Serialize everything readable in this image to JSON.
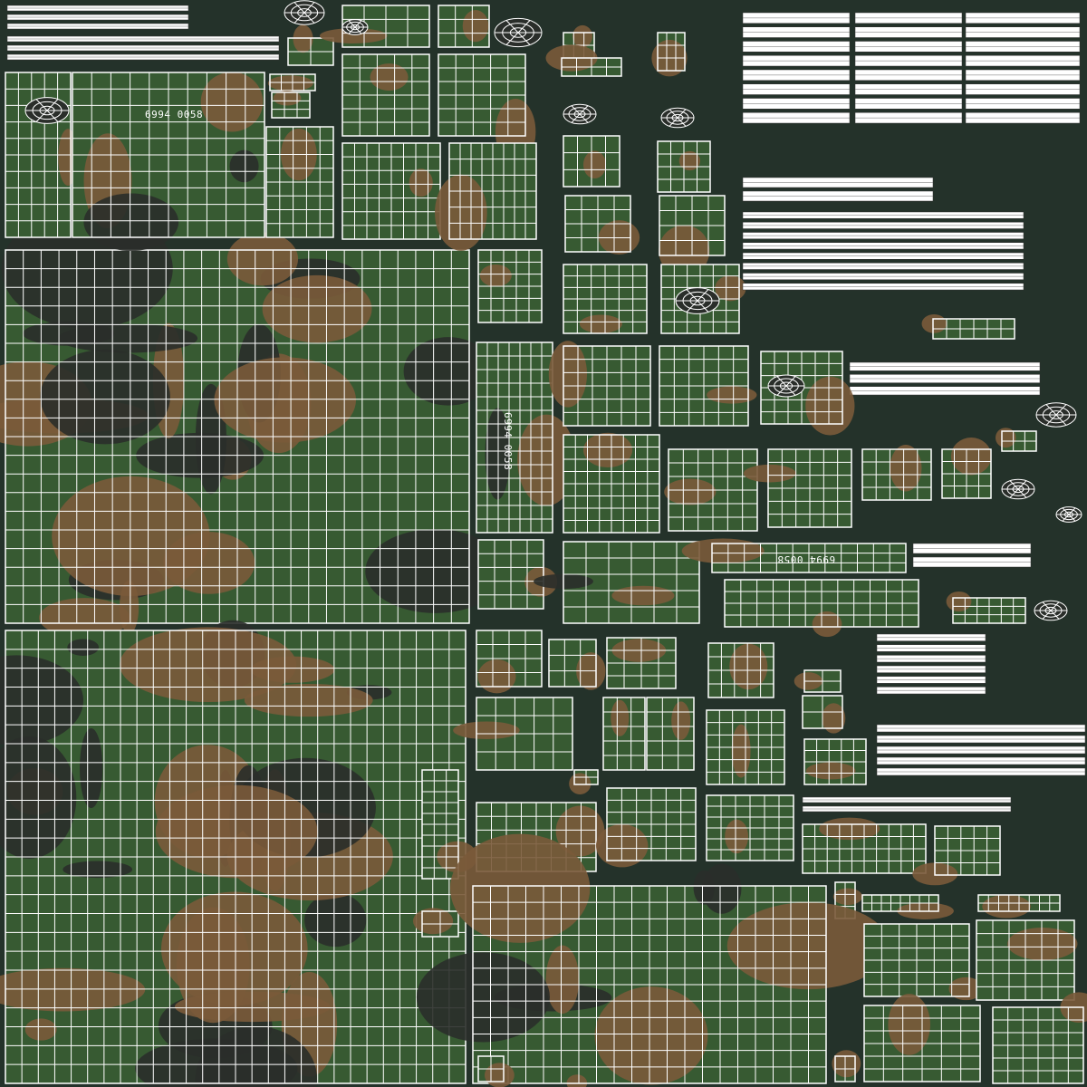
{
  "texture": {
    "camo_colors": {
      "green": "#375a32",
      "brown": "#7a5a3a",
      "black": "#2a2e2a",
      "gap": "#24322a"
    },
    "wire_color": "#ffffff",
    "serials": [
      "6994 0058",
      "6994 0058",
      "6994 0058"
    ]
  }
}
